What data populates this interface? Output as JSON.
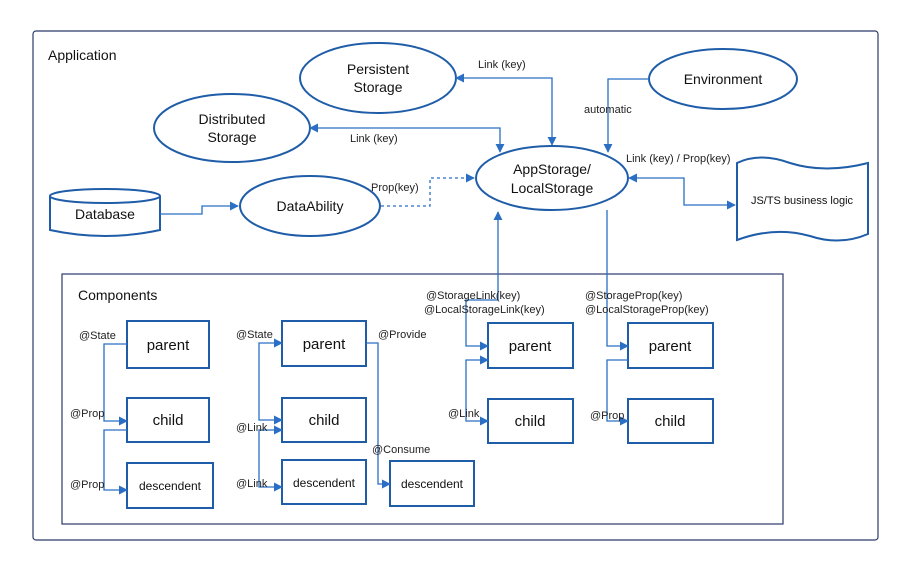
{
  "frames": {
    "application": "Application",
    "components": "Components"
  },
  "nodes": {
    "persistent_storage": [
      "Persistent",
      "Storage"
    ],
    "distributed_storage": [
      "Distributed",
      "Storage"
    ],
    "environment": "Environment",
    "database": "Database",
    "data_ability": "DataAbility",
    "app_storage": [
      "AppStorage/",
      "LocalStorage"
    ],
    "business_logic": "JS/TS business logic"
  },
  "edges": {
    "link_persistent": "Link (key)",
    "link_distributed": "Link (key)",
    "automatic": "automatic",
    "link_prop_business": "Link (key) / Prop(key)",
    "prop_dataability": "Prop(key)"
  },
  "groups": [
    {
      "labels": [
        "@State",
        "@Prop",
        "@Prop"
      ],
      "boxes": [
        "parent",
        "child",
        "descendent"
      ]
    },
    {
      "labels": [
        "@State",
        "@Link",
        "@Link",
        "@Provide",
        "@Consume"
      ],
      "boxes": [
        "parent",
        "child",
        "descendent",
        "descendent"
      ]
    },
    {
      "labels": [
        "@StorageLink(key)",
        "@LocalStorageLink(key)",
        "@Link"
      ],
      "boxes": [
        "parent",
        "child"
      ]
    },
    {
      "labels": [
        "@StorageProp(key)",
        "@LocalStorageProp(key)",
        "@Prop"
      ],
      "boxes": [
        "parent",
        "child"
      ]
    }
  ],
  "colors": {
    "stroke": "#1f5da8",
    "connector": "#2a6fc4",
    "frame": "#2b3a6b"
  }
}
